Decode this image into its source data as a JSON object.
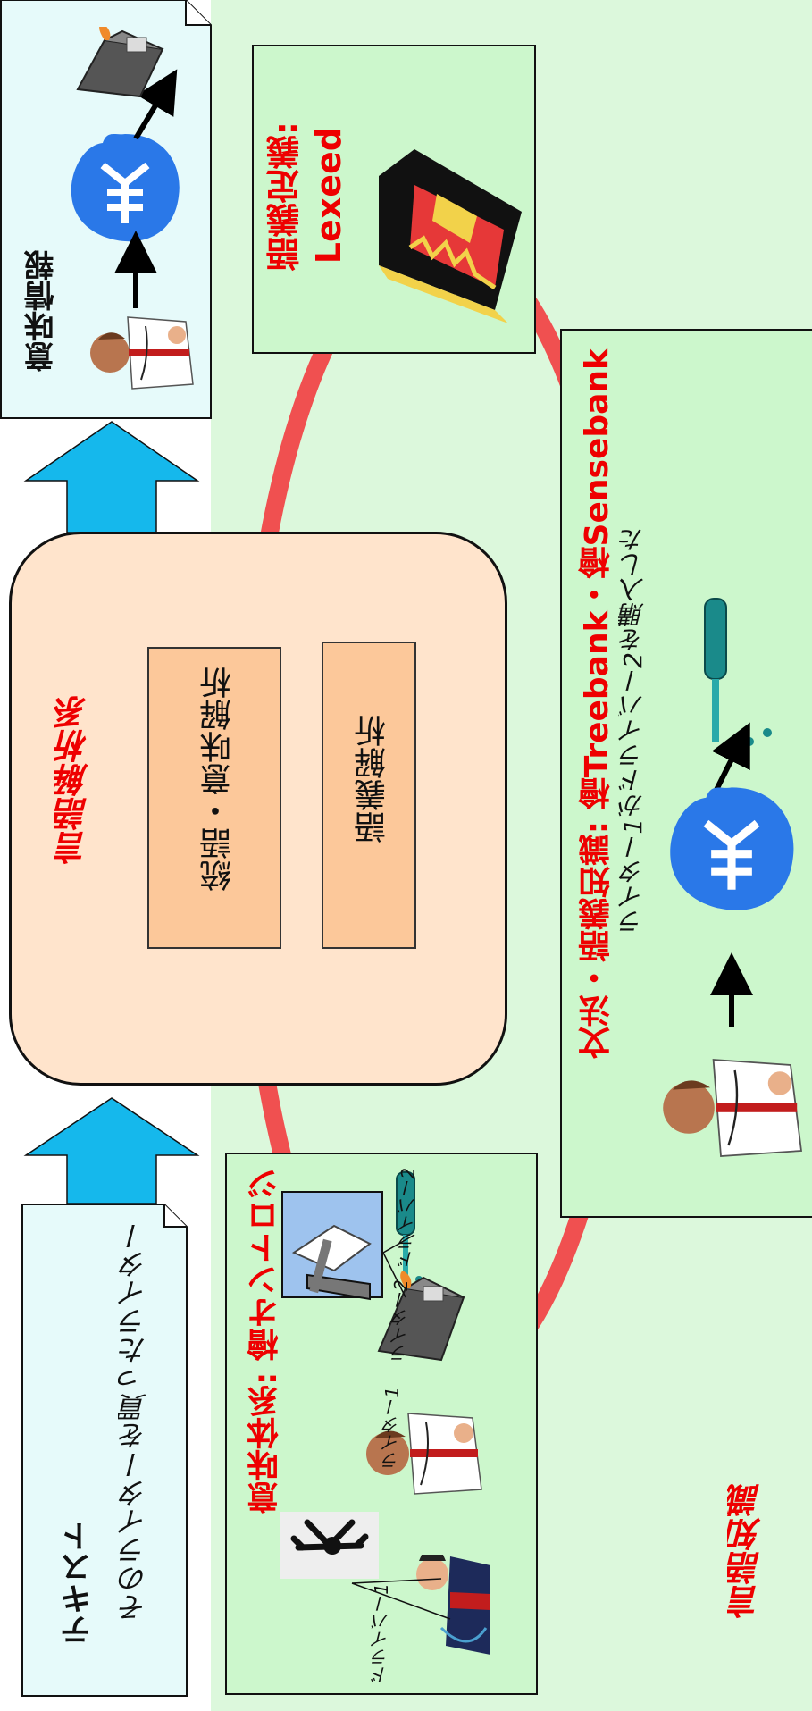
{
  "colors": {
    "knowledge_bg": "#dcf8dc",
    "panel_bg": "#ccf7cc",
    "text_box_bg": "#e6fafa",
    "analysis_bg": "#ffe4cc",
    "module_bg": "#fcc89a",
    "arrow_blue": "#15b8ec",
    "accent_red": "#ee0000",
    "ring_red": "#f05050"
  },
  "text_box": {
    "title": "テキスト",
    "sentence": "そのライターを買ったライター"
  },
  "semantic_info": {
    "title": "意味情報"
  },
  "analysis": {
    "title": "言語解析系",
    "module_parse": "統語・意味解析",
    "module_wsd": "語義解析"
  },
  "knowledge": {
    "title": "言語知識"
  },
  "lexeed": {
    "title_line1": "語義定義:",
    "title_line2": "Lexeed"
  },
  "ontology": {
    "title": "意味体系: 檜オントロジ",
    "label_driver1": "ドライバー1",
    "label_writer1": "ライター1",
    "label_lighter2": "ライター2",
    "label_driver2": "ドライバー2"
  },
  "treebank": {
    "title": "文法・語義知識: 檜Treebank・檜Sensebank",
    "example": "ライター1がドライバー2を購入した"
  },
  "icons": [
    "man-on-phone-icon",
    "yen-bag-icon",
    "lighter-icon",
    "book-icon",
    "screwdriver-icon",
    "hammer-icon",
    "stretching-person-icon",
    "chauffeur-icon"
  ]
}
